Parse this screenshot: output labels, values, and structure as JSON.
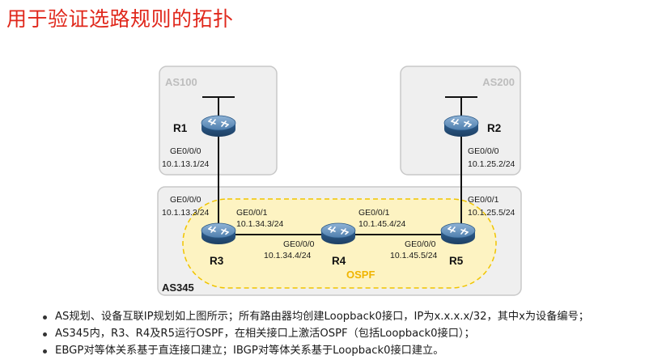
{
  "title": "用于验证选路规则的拓扑",
  "areas": {
    "as100": "AS100",
    "as200": "AS200",
    "as345": "AS345",
    "ospf": "OSPF"
  },
  "routers": {
    "r1": "R1",
    "r2": "R2",
    "r3": "R3",
    "r4": "R4",
    "r5": "R5"
  },
  "interfaces": {
    "r1_if": "GE0/0/0",
    "r1_ip": "10.1.13.1/24",
    "r2_if": "GE0/0/0",
    "r2_ip": "10.1.25.2/24",
    "r3_up_if": "GE0/0/0",
    "r3_up_ip": "10.1.13.3/24",
    "r3_right_if": "GE0/0/1",
    "r3_right_ip": "10.1.34.3/24",
    "r4_left_if": "GE0/0/0",
    "r4_left_ip": "10.1.34.4/24",
    "r4_right_if": "GE0/0/1",
    "r4_right_ip": "10.1.45.4/24",
    "r5_left_if": "GE0/0/0",
    "r5_left_ip": "10.1.45.5/24",
    "r5_up_if": "GE0/0/1",
    "r5_up_ip": "10.1.25.5/24"
  },
  "bullets": [
    "AS规划、设备互联IP规划如上图所示；所有路由器均创建Loopback0接口，IP为x.x.x.x/32，其中x为设备编号；",
    "AS345内，R3、R4及R5运行OSPF，在相关接口上激活OSPF（包括Loopback0接口）；",
    "EBGP对等体关系基于直连接口建立；IBGP对等体关系基于Loopback0接口建立。"
  ],
  "colors": {
    "title": "#e0281c",
    "area_fill": "#efefef",
    "area_border": "#c8c8c8",
    "ospf_fill": "#fdf3c2",
    "ospf_border": "#f0c400",
    "ospf_label": "#f0b400",
    "router_body": "#2e5f8e"
  }
}
